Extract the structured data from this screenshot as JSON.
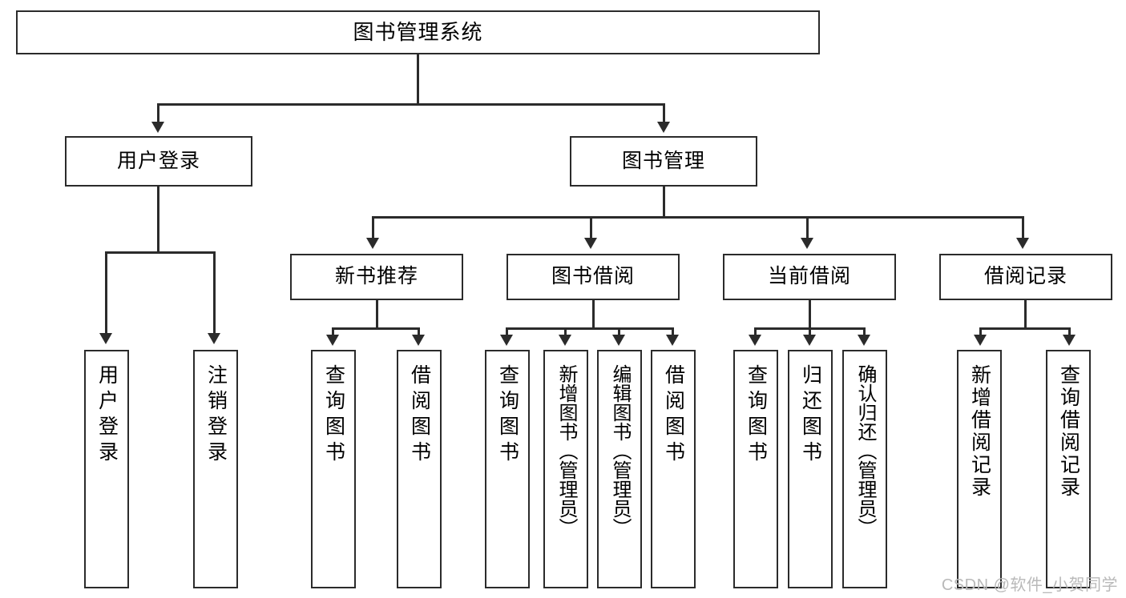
{
  "diagram": {
    "title": "图书管理系统",
    "watermark": "CSDN @软件_小贺同学",
    "type": "tree-hierarchy-flowchart",
    "colors": {
      "background": "#ffffff",
      "box_border": "#2b2b2b",
      "box_fill": "#ffffff",
      "connector": "#2b2b2b",
      "text": "#000000",
      "watermark": "#b9b9b9"
    }
  },
  "nodes": {
    "root": {
      "label": "图书管理系统",
      "level": 1
    },
    "level2": [
      {
        "id": "user-login",
        "label": "用户登录"
      },
      {
        "id": "book-manage",
        "label": "图书管理"
      }
    ],
    "level3": [
      {
        "id": "new-book-recommend",
        "label": "新书推荐",
        "parent": "book-manage"
      },
      {
        "id": "book-borrow",
        "label": "图书借阅",
        "parent": "book-manage"
      },
      {
        "id": "current-borrow",
        "label": "当前借阅",
        "parent": "book-manage"
      },
      {
        "id": "borrow-record",
        "label": "借阅记录",
        "parent": "book-manage"
      }
    ],
    "leaves": {
      "user-login": [
        {
          "id": "leaf-user-login",
          "label": "用户登录"
        },
        {
          "id": "leaf-logout",
          "label": "注销登录"
        }
      ],
      "new-book-recommend": [
        {
          "id": "leaf-query-book-1",
          "label": "查询图书"
        },
        {
          "id": "leaf-borrow-book-1",
          "label": "借阅图书"
        }
      ],
      "book-borrow": [
        {
          "id": "leaf-query-book-2",
          "label": "查询图书"
        },
        {
          "id": "leaf-add-book",
          "label": "新增图书（管理员）"
        },
        {
          "id": "leaf-edit-book",
          "label": "编辑图书（管理员）"
        },
        {
          "id": "leaf-borrow-book-2",
          "label": "借阅图书"
        }
      ],
      "current-borrow": [
        {
          "id": "leaf-query-book-3",
          "label": "查询图书"
        },
        {
          "id": "leaf-return-book",
          "label": "归还图书"
        },
        {
          "id": "leaf-confirm-return",
          "label": "确认归还（管理员）"
        }
      ],
      "borrow-record": [
        {
          "id": "leaf-add-record",
          "label": "新增借阅记录"
        },
        {
          "id": "leaf-query-record",
          "label": "查询借阅记录"
        }
      ]
    }
  }
}
